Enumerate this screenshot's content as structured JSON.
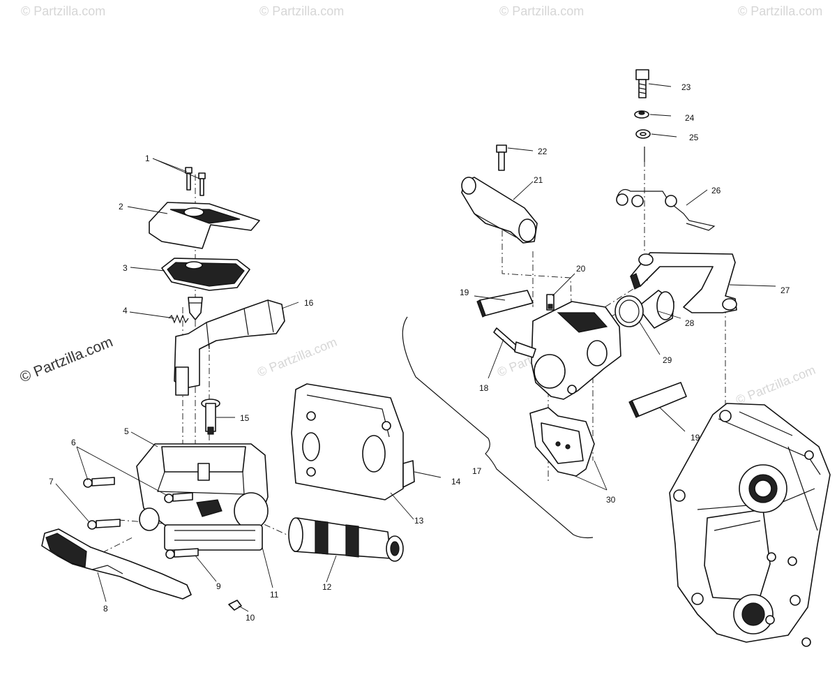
{
  "watermark": {
    "brand_text": "© Partzilla.com",
    "faint_text": "© Partzilla.com"
  },
  "callouts": {
    "c1": "1",
    "c2": "2",
    "c3": "3",
    "c4": "4",
    "c5": "5",
    "c6": "6",
    "c7": "7",
    "c8": "8",
    "c9": "9",
    "c10": "10",
    "c11": "11",
    "c12": "12",
    "c13": "13",
    "c14": "14",
    "c15": "15",
    "c16": "16",
    "c17": "17",
    "c18": "18",
    "c19a": "19",
    "c19b": "19",
    "c20": "20",
    "c21": "21",
    "c22": "22",
    "c23": "23",
    "c24": "24",
    "c25": "25",
    "c26": "26",
    "c27": "27",
    "c28": "28",
    "c29": "29",
    "c30": "30"
  },
  "colors": {
    "line": "#111111",
    "watermark": "#d6d6d6",
    "background": "#ffffff"
  }
}
